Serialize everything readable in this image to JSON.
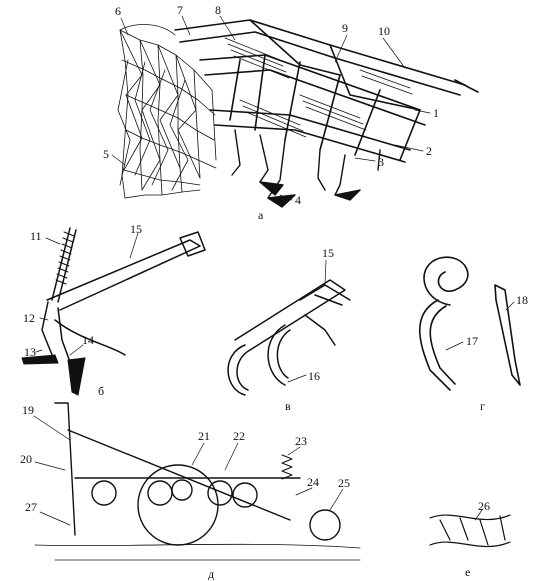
{
  "panels": {
    "a": {
      "label": "а",
      "callouts": [
        "1",
        "2",
        "3",
        "4",
        "5",
        "6",
        "7",
        "8",
        "9",
        "10"
      ]
    },
    "b": {
      "label": "б",
      "callouts": [
        "11",
        "12",
        "13",
        "14",
        "15"
      ]
    },
    "v": {
      "label": "в",
      "callouts": [
        "15",
        "16"
      ]
    },
    "g": {
      "label": "г",
      "callouts": [
        "17",
        "18"
      ]
    },
    "d": {
      "label": "д",
      "callouts": [
        "19",
        "20",
        "21",
        "22",
        "23",
        "24",
        "25",
        "27"
      ]
    },
    "e": {
      "label": "е",
      "callouts": [
        "26"
      ]
    }
  }
}
